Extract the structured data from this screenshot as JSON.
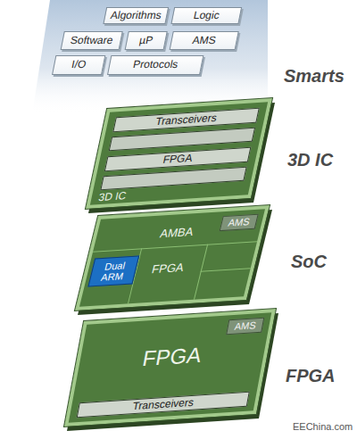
{
  "diagram": {
    "nodes": [
      {
        "text": [
          "Smarts"
        ]
      },
      {
        "text": [
          "Algorithms"
        ],
        "in": 0
      },
      {
        "text": [
          "Logic"
        ],
        "in": 0
      },
      {
        "text": [
          "Software"
        ],
        "in": 0
      },
      {
        "text": [
          "µP"
        ],
        "in": 0
      },
      {
        "text": [
          "AMS"
        ],
        "in": 0
      },
      {
        "text": [
          "I/O"
        ],
        "in": 0
      },
      {
        "text": [
          "Protocols"
        ],
        "in": 0
      },
      {
        "text": [
          "3D IC",
          "3D IC"
        ]
      },
      {
        "text": [
          "Transceivers"
        ],
        "in": 8
      },
      {
        "text": [
          "FPGA"
        ],
        "in": 8
      },
      {
        "text": [
          "SoC",
          "AMBA",
          "FPGA"
        ]
      },
      {
        "text": [
          "AMS"
        ],
        "in": 11
      },
      {
        "text": [
          "Dual ARM"
        ],
        "in": 11
      },
      {
        "text": [
          "FPGA",
          "FPGA"
        ]
      },
      {
        "text": [
          "AMS"
        ],
        "in": 14
      },
      {
        "text": [
          "Transceivers"
        ],
        "in": 14
      }
    ],
    "labels": [
      "EEChina.com"
    ]
  }
}
